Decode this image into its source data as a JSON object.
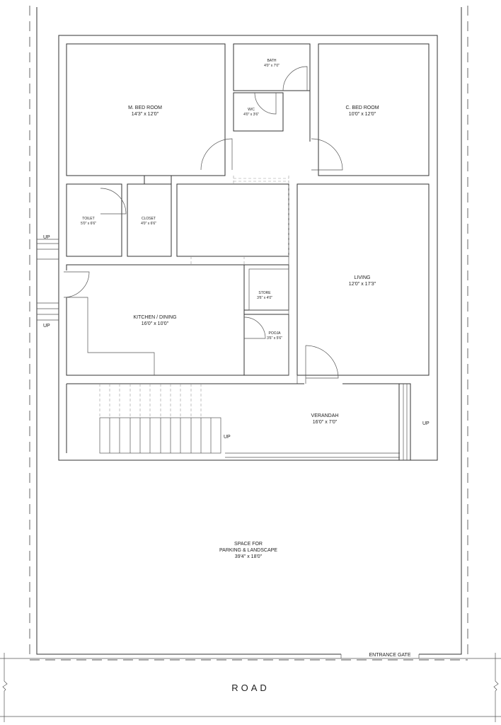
{
  "rooms": {
    "master_bed": {
      "name": "M. BED ROOM",
      "size": "14'3\" x 12'0\""
    },
    "child_bed": {
      "name": "C. BED ROOM",
      "size": "10'0\" x 12'0\""
    },
    "bath": {
      "name": "BATH",
      "size": "4'0\" x 7'0\""
    },
    "wc": {
      "name": "W/C",
      "size": "4'0\" x 3'6\""
    },
    "toilet": {
      "name": "TOILET",
      "size": "5'0\" x 6'6\""
    },
    "closet": {
      "name": "CLOSET",
      "size": "4'0\" x 6'6\""
    },
    "store": {
      "name": "STORE",
      "size": "3'6\" x 4'0\""
    },
    "pooja": {
      "name": "POOJA",
      "size": "3'6\" x 5'6\""
    },
    "living": {
      "name": "LIVING",
      "size": "12'0\" x 17'3\""
    },
    "kitchen": {
      "name": "KITCHEN / DINING",
      "size": "16'0\" x 10'0\""
    },
    "verandah": {
      "name": "VERANDAH",
      "size": "16'0\" x 7'0\""
    },
    "parking": {
      "line1": "SPACE FOR",
      "line2": "PARKING & LANDSCAPE",
      "size": "39'4\" x 18'0\""
    }
  },
  "labels": {
    "up": "UP",
    "entrance_gate": "ENTRANCE GATE",
    "road": "ROAD"
  }
}
